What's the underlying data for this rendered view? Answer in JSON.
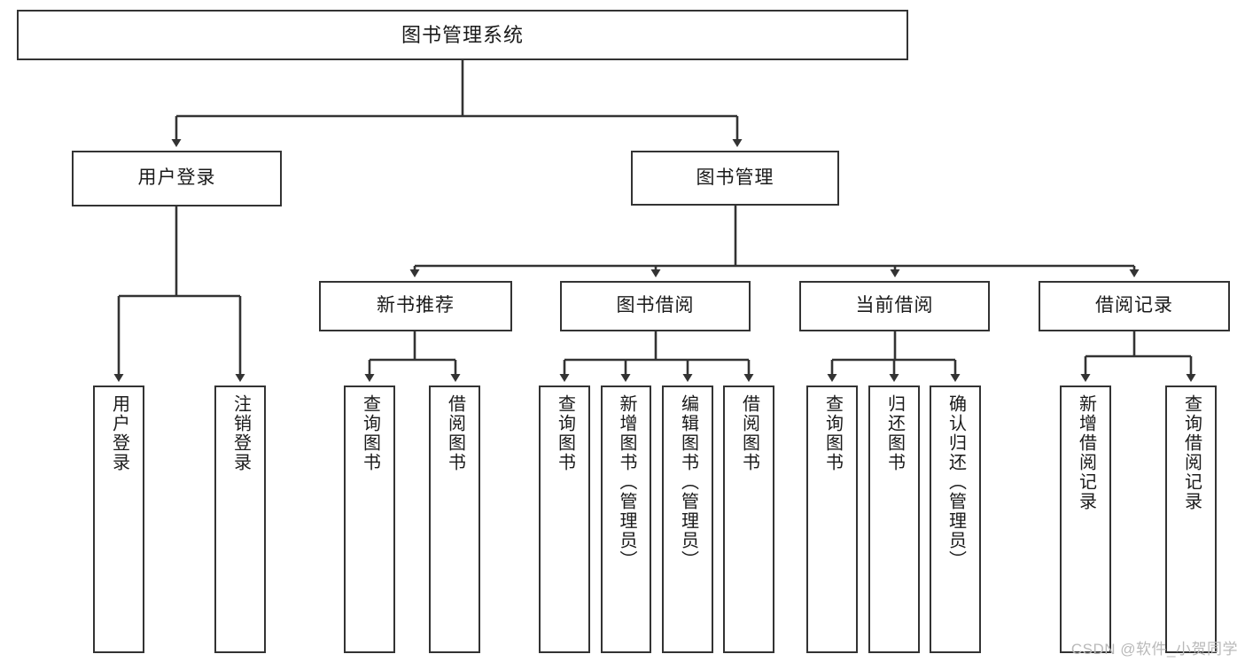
{
  "diagram": {
    "type": "tree-hierarchy",
    "title": "图书管理系统",
    "watermark": "CSDN @软件_小贺同学",
    "colors": {
      "stroke": "#333333",
      "fill": "#ffffff",
      "text": "#1a1a1a",
      "watermark": "#b9b9b9"
    },
    "nodes": {
      "root": {
        "label": "图书管理系统"
      },
      "level2": [
        {
          "id": "user-login",
          "label": "用户登录"
        },
        {
          "id": "book-management",
          "label": "图书管理"
        }
      ],
      "level3": [
        {
          "id": "new-book-recommend",
          "label": "新书推荐"
        },
        {
          "id": "book-borrow",
          "label": "图书借阅"
        },
        {
          "id": "current-borrow",
          "label": "当前借阅"
        },
        {
          "id": "borrow-record",
          "label": "借阅记录"
        }
      ],
      "leaves": [
        {
          "id": "leaf-user-login",
          "label": "用户登录"
        },
        {
          "id": "leaf-logout-login",
          "label": "注销登录"
        },
        {
          "id": "leaf-query-book-1",
          "label": "查询图书"
        },
        {
          "id": "leaf-borrow-book-1",
          "label": "借阅图书"
        },
        {
          "id": "leaf-query-book-2",
          "label": "查询图书"
        },
        {
          "id": "leaf-add-book",
          "label": "新增图书（管理员）"
        },
        {
          "id": "leaf-edit-book",
          "label": "编辑图书（管理员）"
        },
        {
          "id": "leaf-borrow-book-2",
          "label": "借阅图书"
        },
        {
          "id": "leaf-query-book-3",
          "label": "查询图书"
        },
        {
          "id": "leaf-return-book",
          "label": "归还图书"
        },
        {
          "id": "leaf-confirm-return",
          "label": "确认归还（管理员）"
        },
        {
          "id": "leaf-add-record",
          "label": "新增借阅记录"
        },
        {
          "id": "leaf-query-record",
          "label": "查询借阅记录"
        }
      ]
    }
  }
}
